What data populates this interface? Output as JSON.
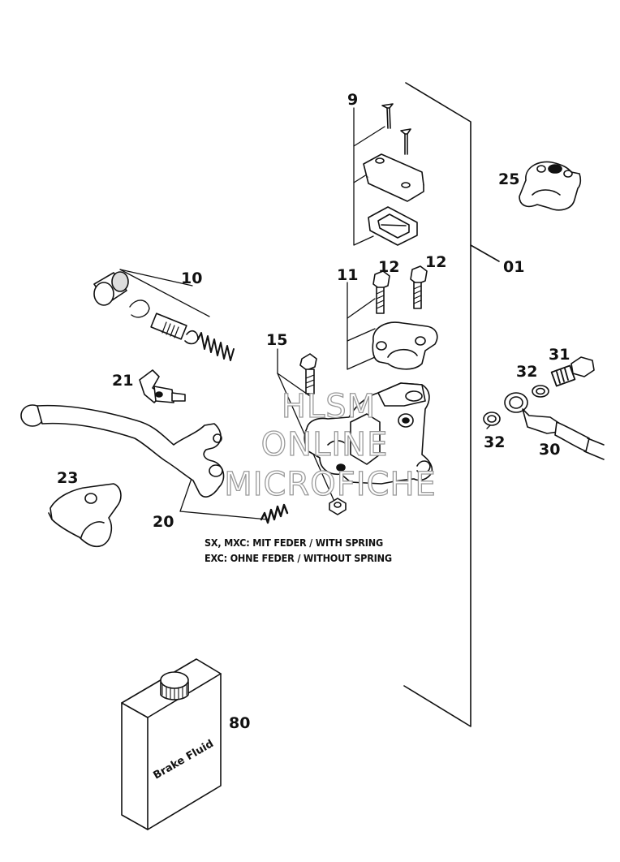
{
  "callouts": {
    "c9": "9",
    "c10": "10",
    "c11": "11",
    "c12a": "12",
    "c12b": "12",
    "c15": "15",
    "c20": "20",
    "c21": "21",
    "c23": "23",
    "c25": "25",
    "c01": "01",
    "c31": "31",
    "c32a": "32",
    "c32b": "32",
    "c30": "30",
    "c80": "80"
  },
  "notes": {
    "line1": "SX, MXC: MIT FEDER / WITH SPRING",
    "line2": "EXC: OHNE FEDER / WITHOUT SPRING"
  },
  "bottle_label": "Brake Fluid",
  "watermark": {
    "line1": "HLSM",
    "line2": "ONLINE",
    "line3": "MICROFICHE"
  }
}
